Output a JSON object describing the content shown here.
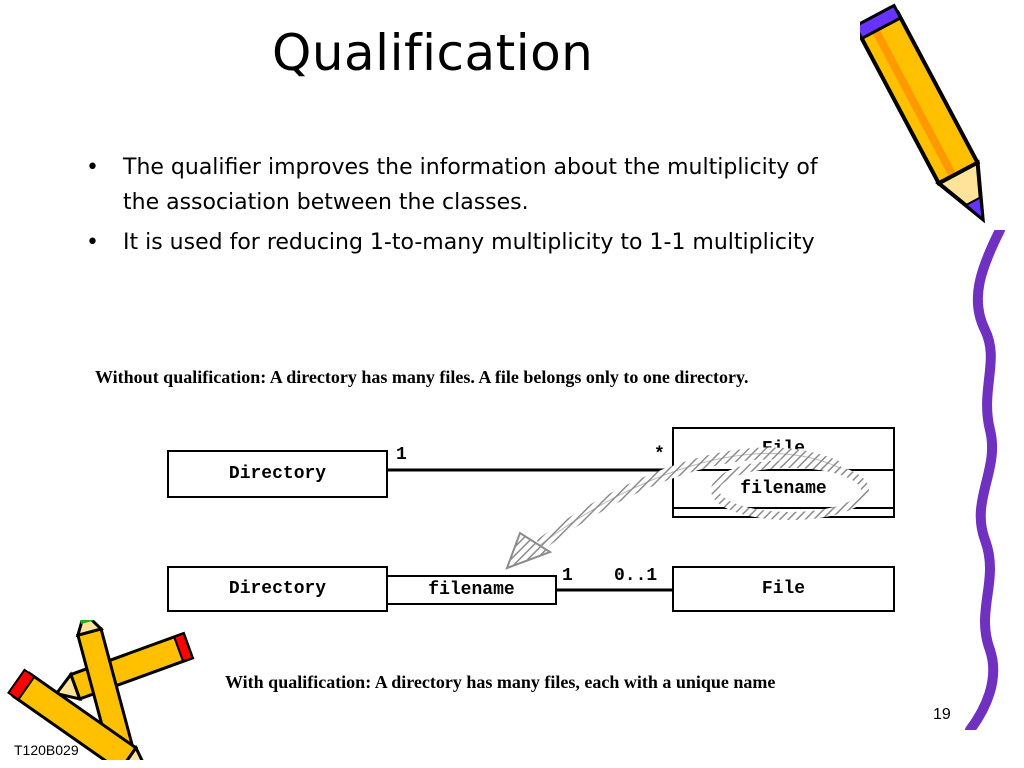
{
  "slide": {
    "title": "Qualification",
    "bullets": [
      "The qualifier improves the information about the multiplicity of the association between the classes.",
      "It is used for reducing 1-to-many multiplicity to 1-1 multiplicity"
    ],
    "bullet_marker": "•",
    "caption_top": "Without qualification: A directory has many files. A file belongs only to one directory.",
    "caption_bottom": "With qualification: A directory has many files, each with a unique name",
    "slide_number": "19",
    "footer_code": "T120B029"
  },
  "diagram_top": {
    "left_class": "Directory",
    "right_class": "File",
    "right_attribute": "filename",
    "left_multiplicity": "1",
    "right_multiplicity": "*"
  },
  "diagram_bottom": {
    "left_class": "Directory",
    "qualifier": "filename",
    "right_class": "File",
    "left_multiplicity": "1",
    "right_multiplicity": "0..1"
  },
  "colors": {
    "pencil_body": "#ffc000",
    "pencil_accent": "#6633ff",
    "arrow_gray": "#999999",
    "border_purple": "#7030c0"
  },
  "decorations": [
    "pencil-icon",
    "crayons-icon",
    "squiggle-border"
  ]
}
